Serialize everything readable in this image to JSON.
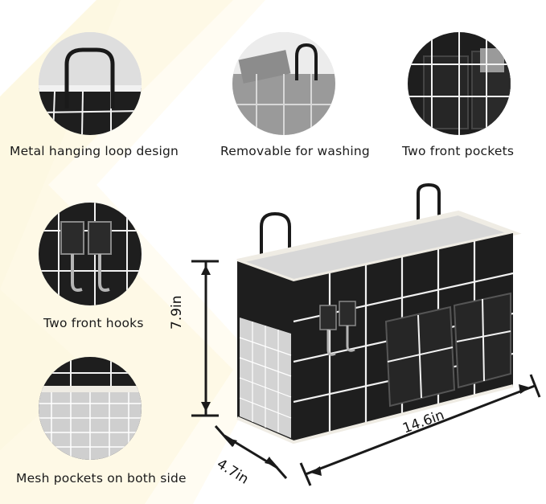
{
  "captions": {
    "metal_loop": "Metal hanging loop design",
    "removable": "Removable for washing",
    "front_pockets": "Two front pockets",
    "front_hooks": "Two front hooks",
    "mesh_pockets": "Mesh pockets on both side"
  },
  "dimensions": {
    "height": "7.9in",
    "width": "14.6in",
    "depth": "4.7in"
  },
  "colors": {
    "fabric": "#1e1e1e",
    "grid_lines": "#f2f2f2",
    "background_stripe": "#fdf7df",
    "circle_bg": "#d9d9d9"
  }
}
